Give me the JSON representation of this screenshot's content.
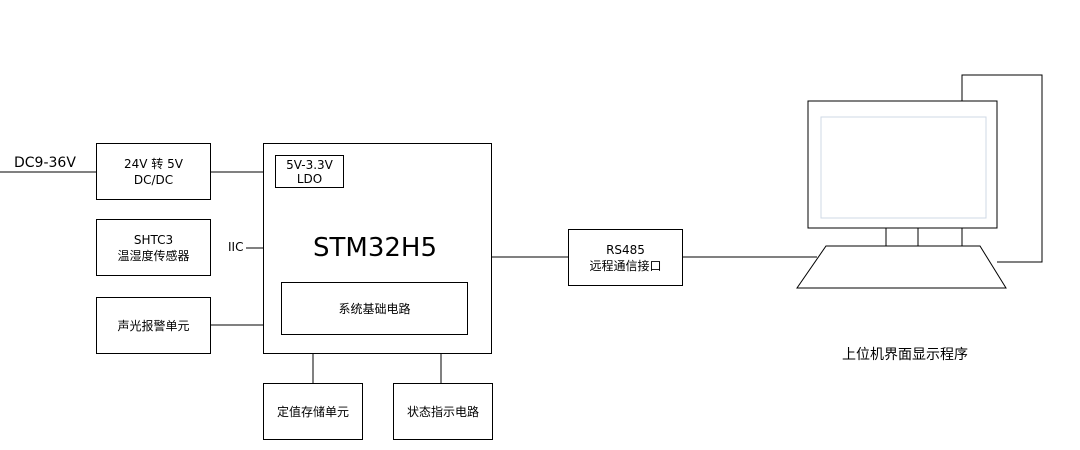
{
  "input": {
    "label": "DC9-36V"
  },
  "dcdc": {
    "line1": "24V 转 5V",
    "line2": "DC/DC"
  },
  "ldo": {
    "line1": "5V-3.3V",
    "line2": "LDO"
  },
  "sensor": {
    "line1": "SHTC3",
    "line2": "温湿度传感器"
  },
  "bus": {
    "label": "IIC"
  },
  "alarm": {
    "label": "声光报警单元"
  },
  "mcu": {
    "title": "STM32H5",
    "inner": "系统基础电路"
  },
  "storage": {
    "label": "定值存储单元"
  },
  "indicator": {
    "label": "状态指示电路"
  },
  "rs485": {
    "line1": "RS485",
    "line2": "远程通信接口"
  },
  "host": {
    "label": "上位机界面显示程序"
  }
}
